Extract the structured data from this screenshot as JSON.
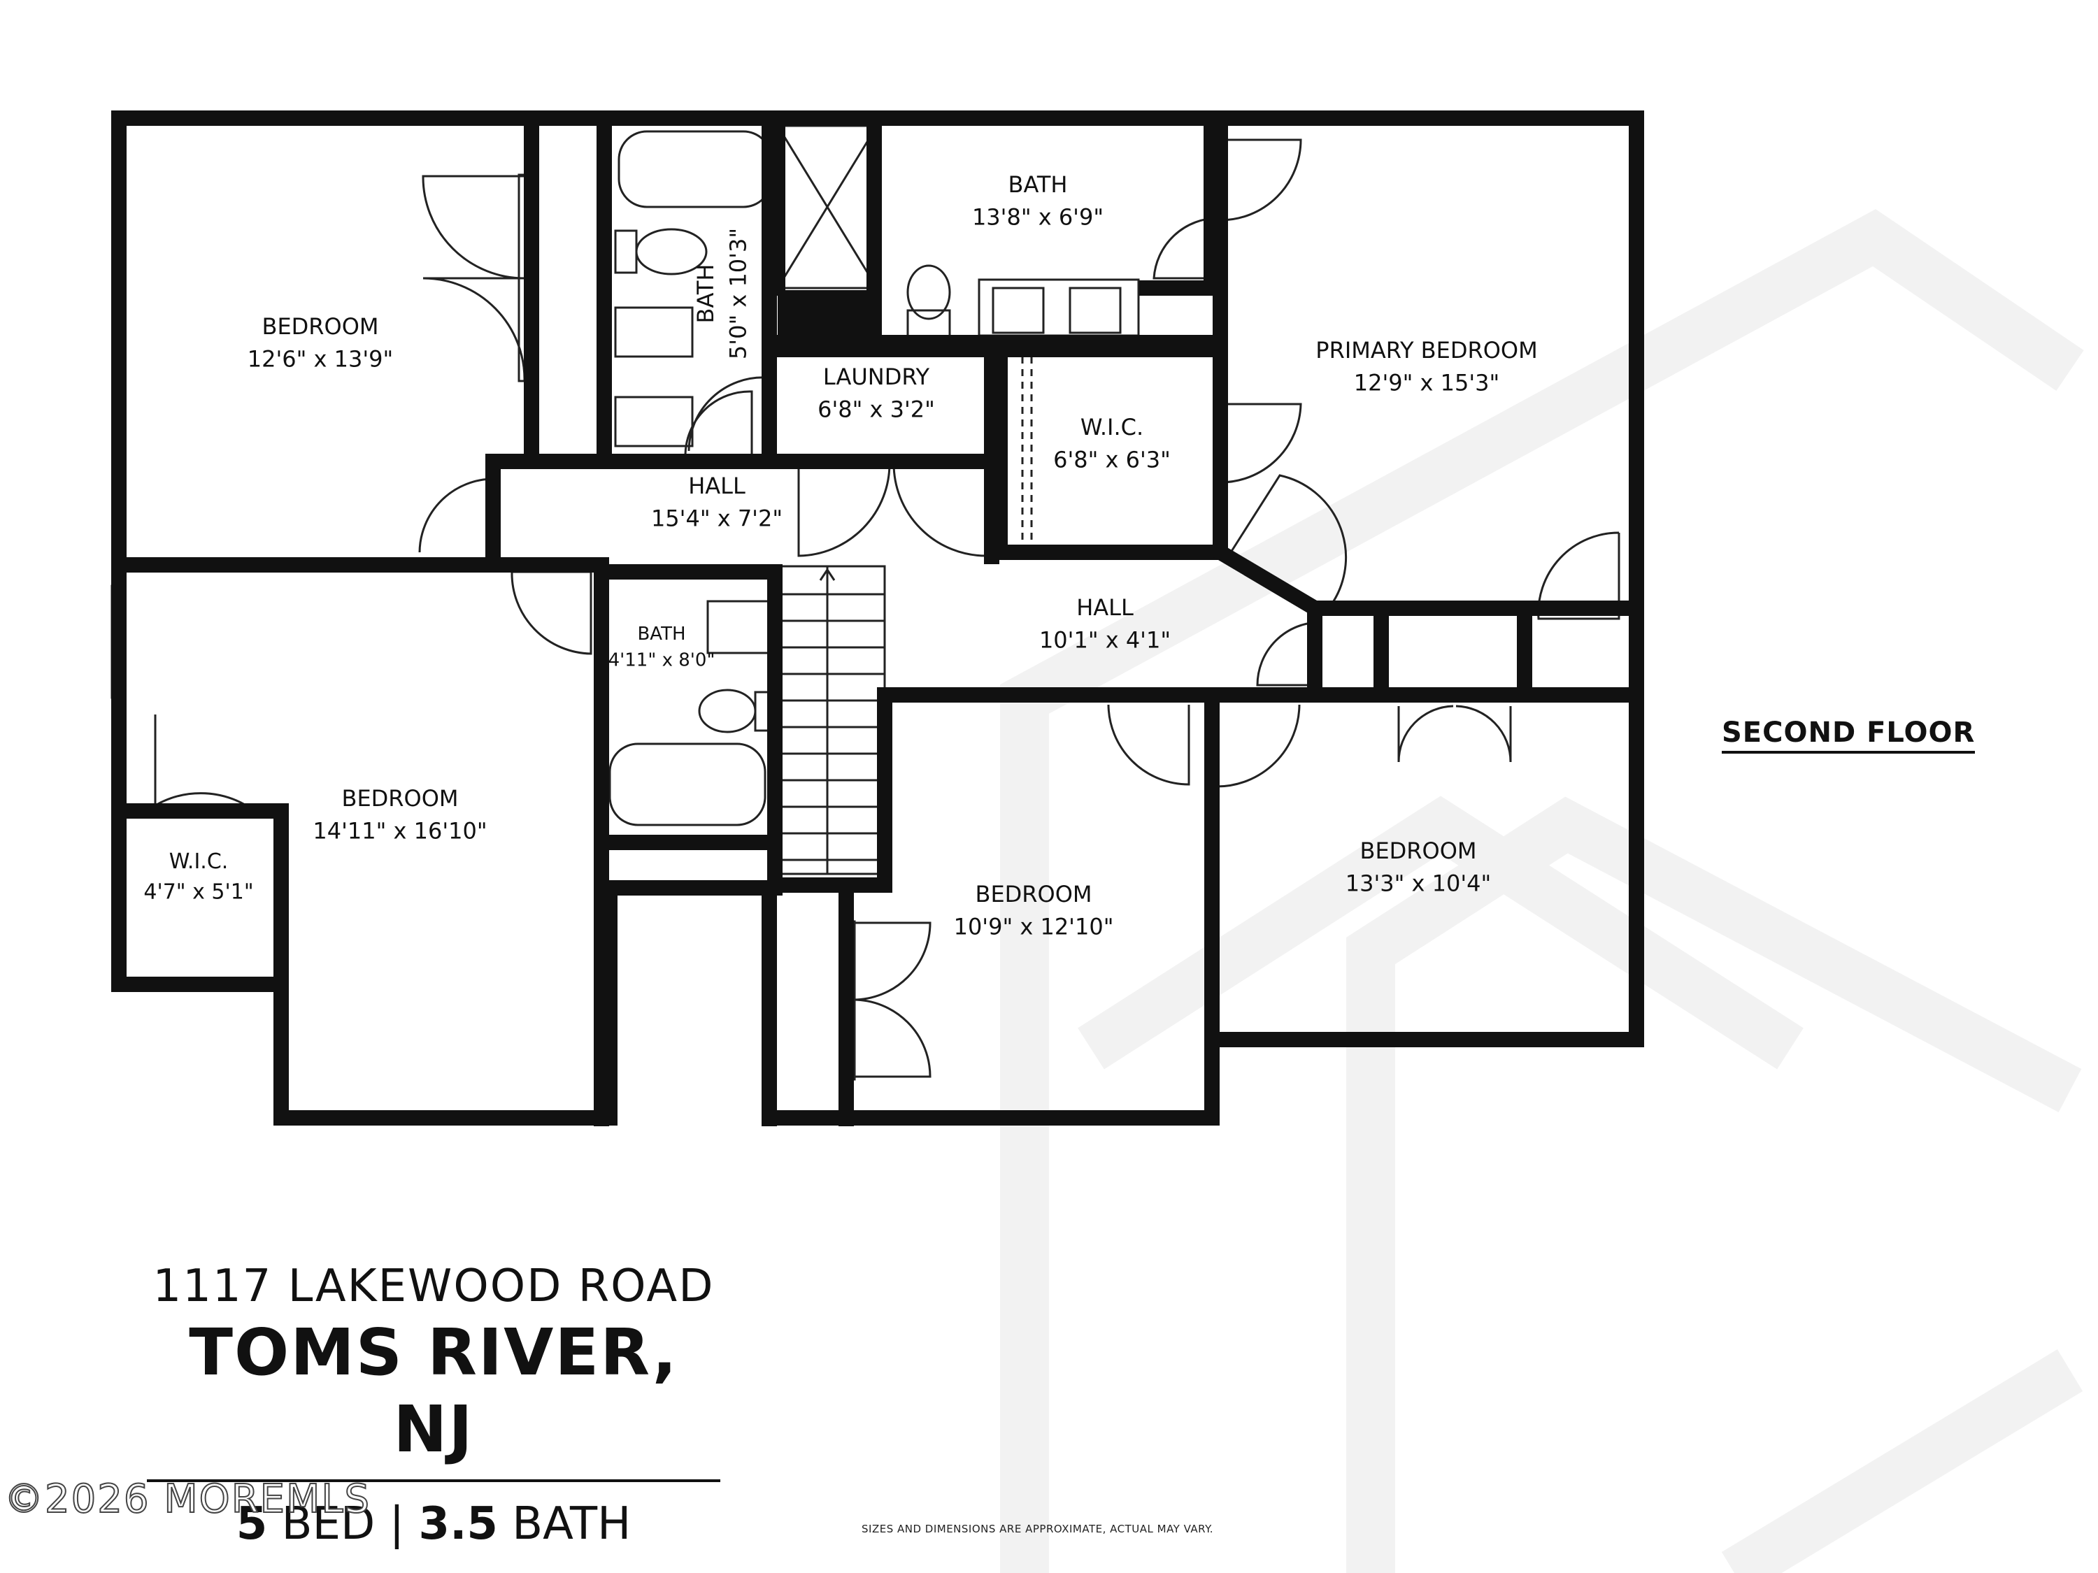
{
  "rooms": [
    {
      "id": "bedroom-nw",
      "name": "BEDROOM",
      "size": "12'6\" x 13'9\""
    },
    {
      "id": "bath-hall",
      "name": "BATH",
      "size": "5'0\" x 10'3\""
    },
    {
      "id": "bath-primary",
      "name": "BATH",
      "size": "13'8\" x 6'9\""
    },
    {
      "id": "primary-bedroom",
      "name": "PRIMARY BEDROOM",
      "size": "12'9\" x 15'3\""
    },
    {
      "id": "laundry",
      "name": "LAUNDRY",
      "size": "6'8\" x 3'2\""
    },
    {
      "id": "wic-primary",
      "name": "W.I.C.",
      "size": "6'8\" x 6'3\""
    },
    {
      "id": "hall-upper",
      "name": "HALL",
      "size": "15'4\" x 7'2\""
    },
    {
      "id": "hall-lower",
      "name": "HALL",
      "size": "10'1\" x 4'1\""
    },
    {
      "id": "bath-small",
      "name": "BATH",
      "size": "4'11\" x 8'0\""
    },
    {
      "id": "bedroom-sw",
      "name": "BEDROOM",
      "size": "14'11\" x 16'10\""
    },
    {
      "id": "wic-sw",
      "name": "W.I.C.",
      "size": "4'7\" x 5'1\""
    },
    {
      "id": "bedroom-s",
      "name": "BEDROOM",
      "size": "10'9\" x 12'10\""
    },
    {
      "id": "bedroom-se",
      "name": "BEDROOM",
      "size": "13'3\" x 10'4\""
    }
  ],
  "floor_label": "SECOND FLOOR",
  "address": {
    "street": "1117 LAKEWOOD ROAD",
    "city": "TOMS RIVER, NJ",
    "beds_count": "5",
    "beds_word": "BED",
    "separator": "|",
    "baths_count": "3.5",
    "baths_word": "BATH"
  },
  "copyright": "©2026 MOREMLS",
  "disclaimer": "SIZES AND DIMENSIONS ARE APPROXIMATE, ACTUAL MAY VARY.",
  "colors": {
    "wall": "#111111",
    "fixture": "#444444",
    "watermark": "#f3f3f3"
  }
}
